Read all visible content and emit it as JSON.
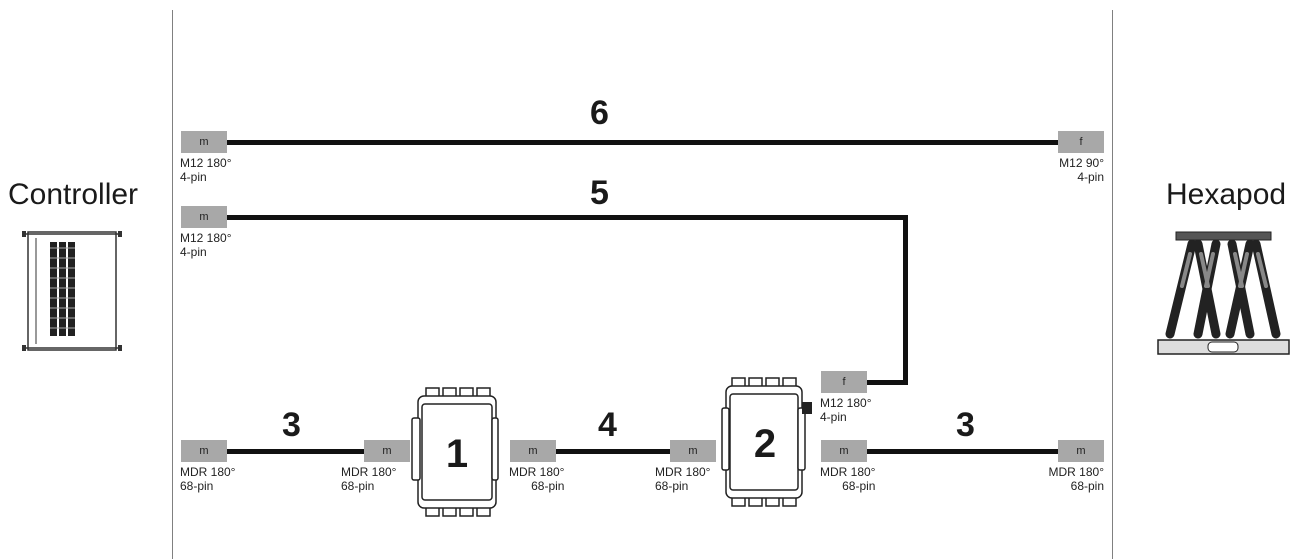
{
  "left_title": "Controller",
  "right_title": "Hexapod",
  "cables": {
    "c6": "6",
    "c5": "5",
    "c3a": "3",
    "c4": "4",
    "c3b": "3"
  },
  "modules": {
    "m1": "1",
    "m2": "2"
  },
  "connectors": {
    "c6_left": {
      "tag": "m",
      "line1": "M12 180°",
      "line2": "4-pin"
    },
    "c6_right": {
      "tag": "f",
      "line1": "M12 90°",
      "line2": "4-pin"
    },
    "c5_left": {
      "tag": "m",
      "line1": "M12 180°",
      "line2": "4-pin"
    },
    "c5_right": {
      "tag": "f",
      "line1": "M12 180°",
      "line2": "4-pin"
    },
    "c3a_left": {
      "tag": "m",
      "line1": "MDR 180°",
      "line2": "68-pin"
    },
    "c3a_right": {
      "tag": "m",
      "line1": "MDR 180°",
      "line2": "68-pin"
    },
    "c4_left": {
      "tag": "m",
      "line1": "MDR 180°",
      "line2": "68-pin"
    },
    "c4_right": {
      "tag": "m",
      "line1": "MDR 180°",
      "line2": "68-pin"
    },
    "c3b_left": {
      "tag": "m",
      "line1": "MDR 180°",
      "line2": "68-pin"
    },
    "c3b_right": {
      "tag": "m",
      "line1": "MDR 180°",
      "line2": "68-pin"
    }
  }
}
